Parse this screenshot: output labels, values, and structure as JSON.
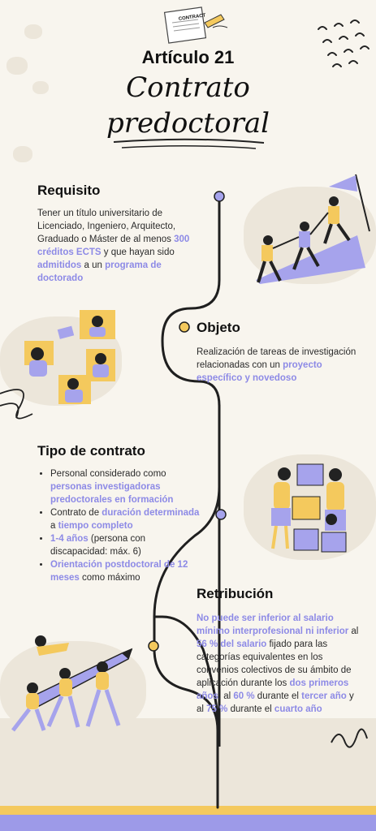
{
  "header": {
    "article": "Artículo 21",
    "title_line1": "Contrato",
    "title_line2": "predoctoral",
    "contract_label": "CONTRACT"
  },
  "sections": {
    "requisito": {
      "title": "Requisito",
      "p1": "Tener un título universitario de Licenciado, Ingeniero, Arquitecto, Graduado o Máster de al menos ",
      "h1": "300 créditos ECTS",
      "p2": " y que hayan sido ",
      "h2": "admitidos",
      "p3": " a un ",
      "h3": "programa de doctorado"
    },
    "objeto": {
      "title": "Objeto",
      "p1": "Realización de tareas  de investigación relacionadas con un ",
      "h1": "proyecto específico y novedoso"
    },
    "tipo": {
      "title": "Tipo de contrato",
      "b1_pre": "Personal considerado como ",
      "b1_hl": "personas investigadoras predoctorales en formación",
      "b2_pre": "Contrato de ",
      "b2_hl1": "duración determinada",
      "b2_mid": " a ",
      "b2_hl2": "tiempo completo",
      "b3_hl": "1-4 años",
      "b3_post": " (persona con discapacidad: máx. 6)",
      "b4_hl": "Orientación postdoctoral de 12 meses",
      "b4_post": " como máximo"
    },
    "retribucion": {
      "title": "Retribución",
      "h1": "No puede ser inferior al salario mínimo interprofesional ni inferior",
      "p1": " al ",
      "h2": "56 % del salario",
      "p2": " fijado para las categorías equivalentes en los convenios colectivos de su ámbito de aplicación durante los ",
      "h3": "dos primeros años",
      "p3": ", al ",
      "h4": "60 %",
      "p4": " durante el ",
      "h5": "tercer año",
      "p5": " y al ",
      "h6": "75 %",
      "p6": " durante el ",
      "h7": "cuarto año"
    }
  },
  "colors": {
    "accent": "#8d8ae6",
    "yellow": "#f4c95d",
    "dark": "#222222",
    "background": "#f8f5ee"
  }
}
